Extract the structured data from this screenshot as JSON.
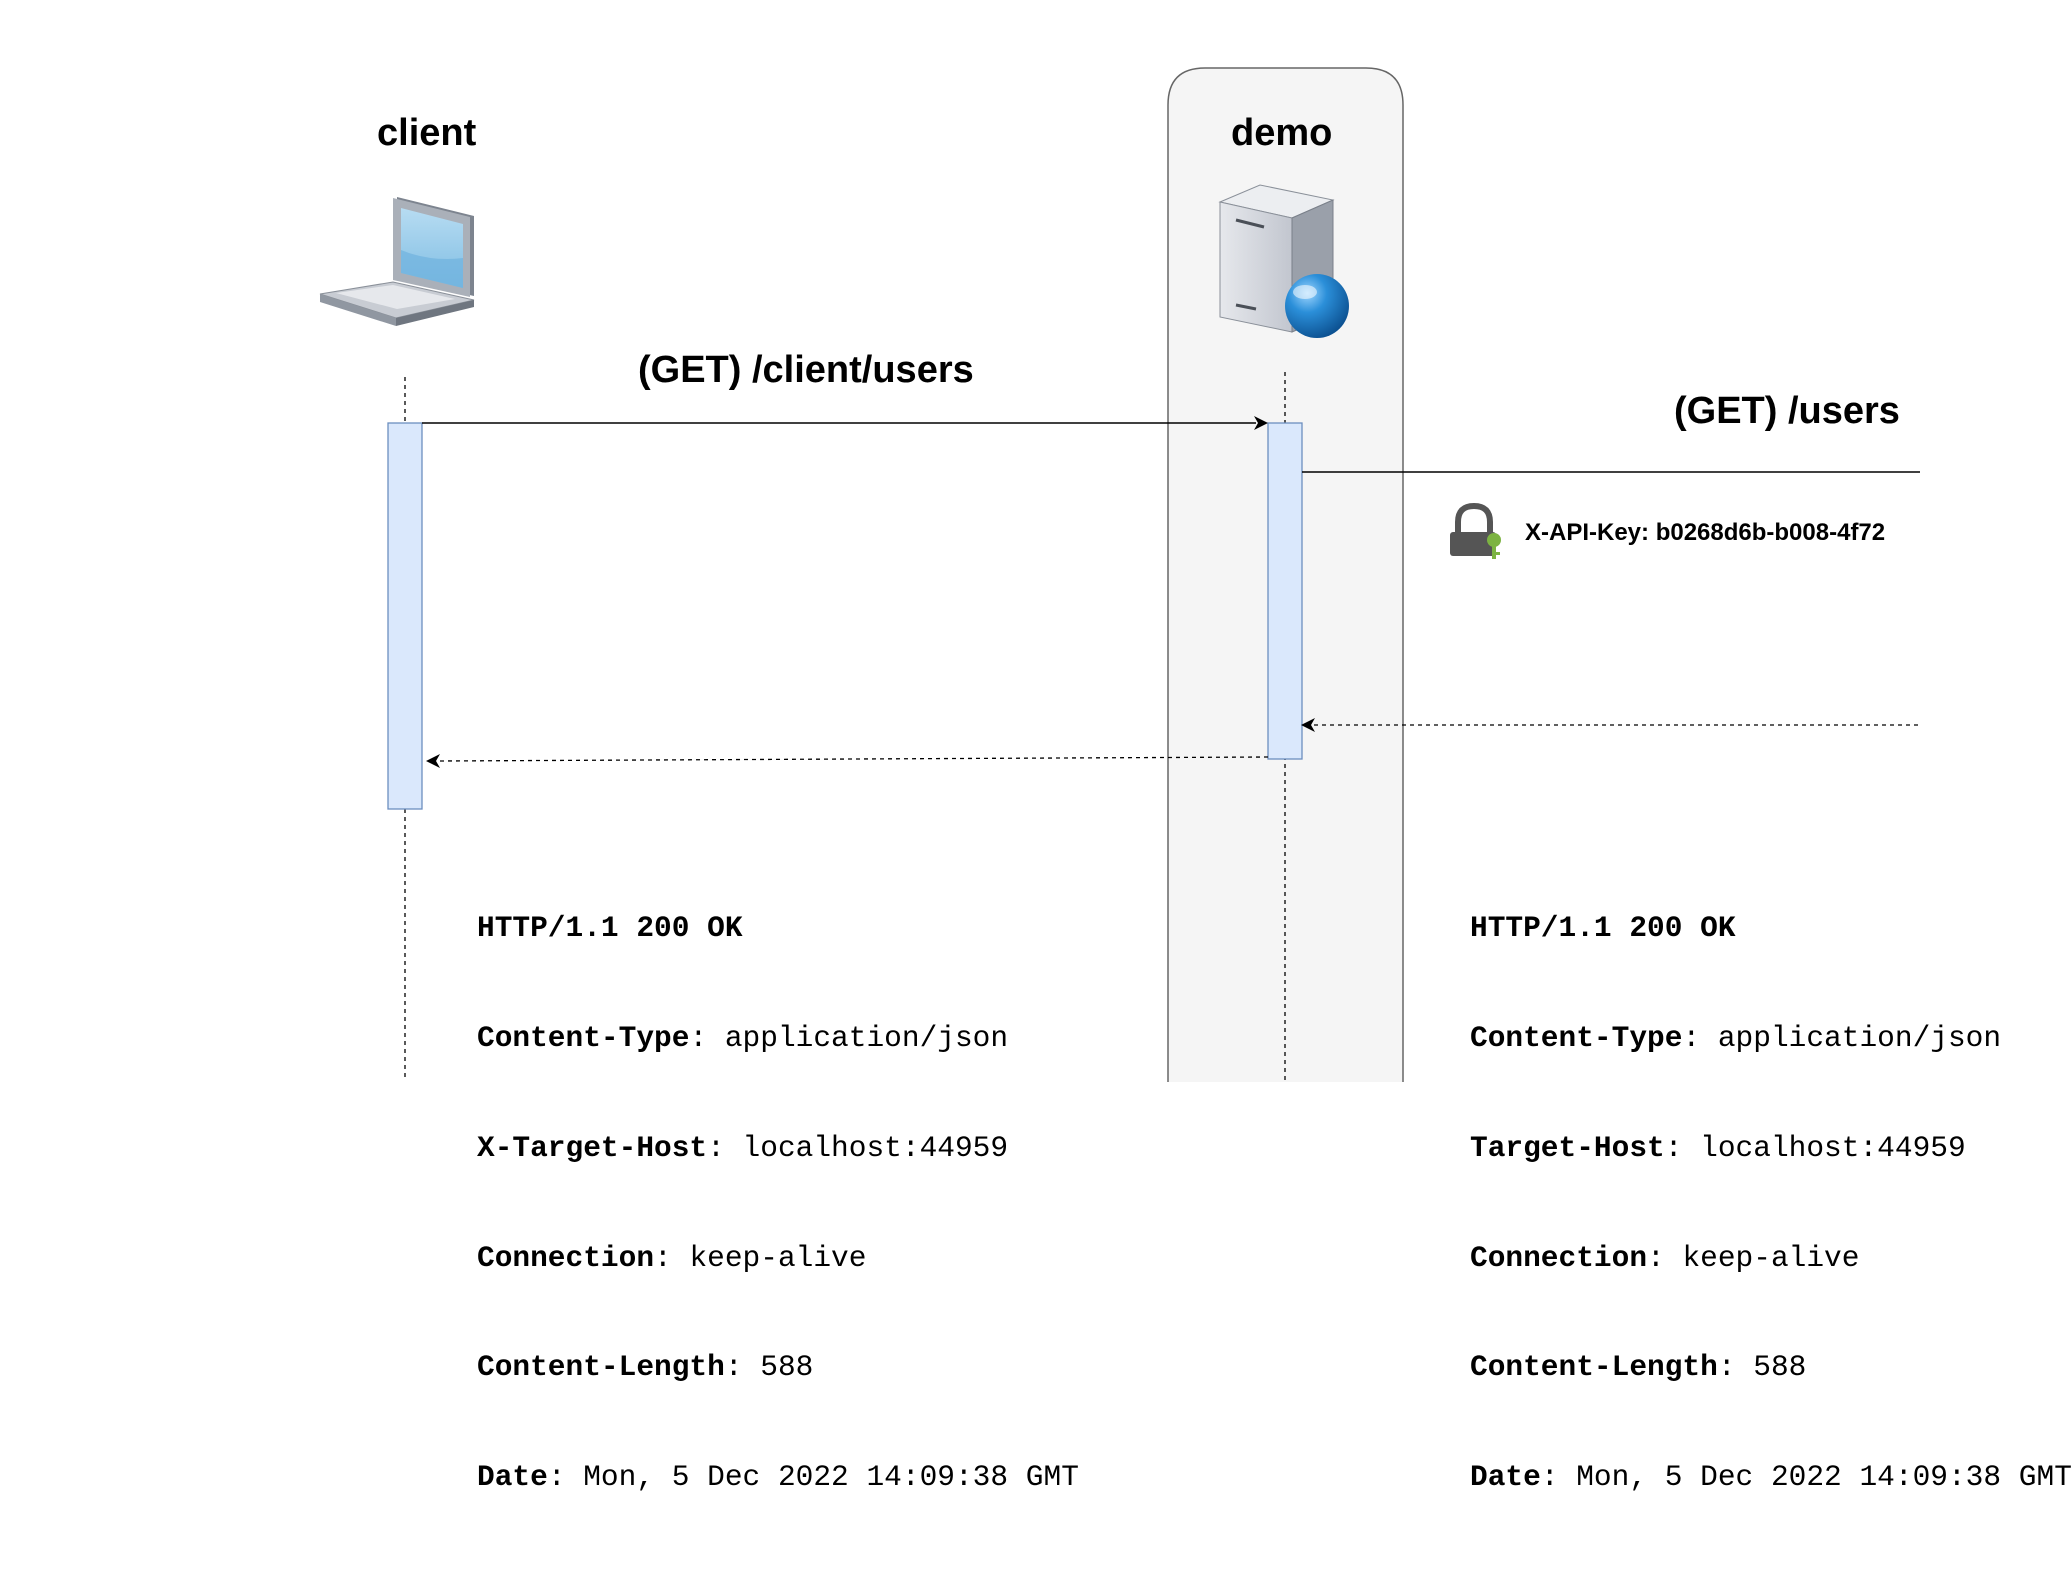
{
  "participants": {
    "client": "client",
    "demo": "demo"
  },
  "messages": {
    "client_request": "(GET) /client/users",
    "backend_request": "(GET) /users",
    "api_key": "X-API-Key: b0268d6b-b008-4f72"
  },
  "icons": {
    "client": "laptop-icon",
    "demo": "web-server-icon",
    "api_key": "lock-with-key-icon"
  },
  "responses": {
    "client_response": [
      {
        "key": "HTTP/1.1 200 OK",
        "value": ""
      },
      {
        "key": "Content-Type",
        "value": "application/json"
      },
      {
        "key": "X-Target-Host",
        "value": "localhost:44959"
      },
      {
        "key": "Connection",
        "value": "keep-alive"
      },
      {
        "key": "Content-Length",
        "value": "588"
      },
      {
        "key": "Date",
        "value": "Mon, 5 Dec 2022 14:09:38 GMT"
      }
    ],
    "backend_response": [
      {
        "key": "HTTP/1.1 200 OK",
        "value": ""
      },
      {
        "key": "Content-Type",
        "value": "application/json"
      },
      {
        "key": "Target-Host",
        "value": "localhost:44959"
      },
      {
        "key": "Connection",
        "value": "keep-alive"
      },
      {
        "key": "Content-Length",
        "value": "588"
      },
      {
        "key": "Date",
        "value": "Mon, 5 Dec 2022 14:09:38 GMT"
      }
    ]
  },
  "colors": {
    "activation_fill": "#dae8fc",
    "activation_stroke": "#6c8ebf",
    "lane_fill": "#f5f5f5",
    "lane_stroke": "#666666",
    "key_green": "#7cb342"
  }
}
